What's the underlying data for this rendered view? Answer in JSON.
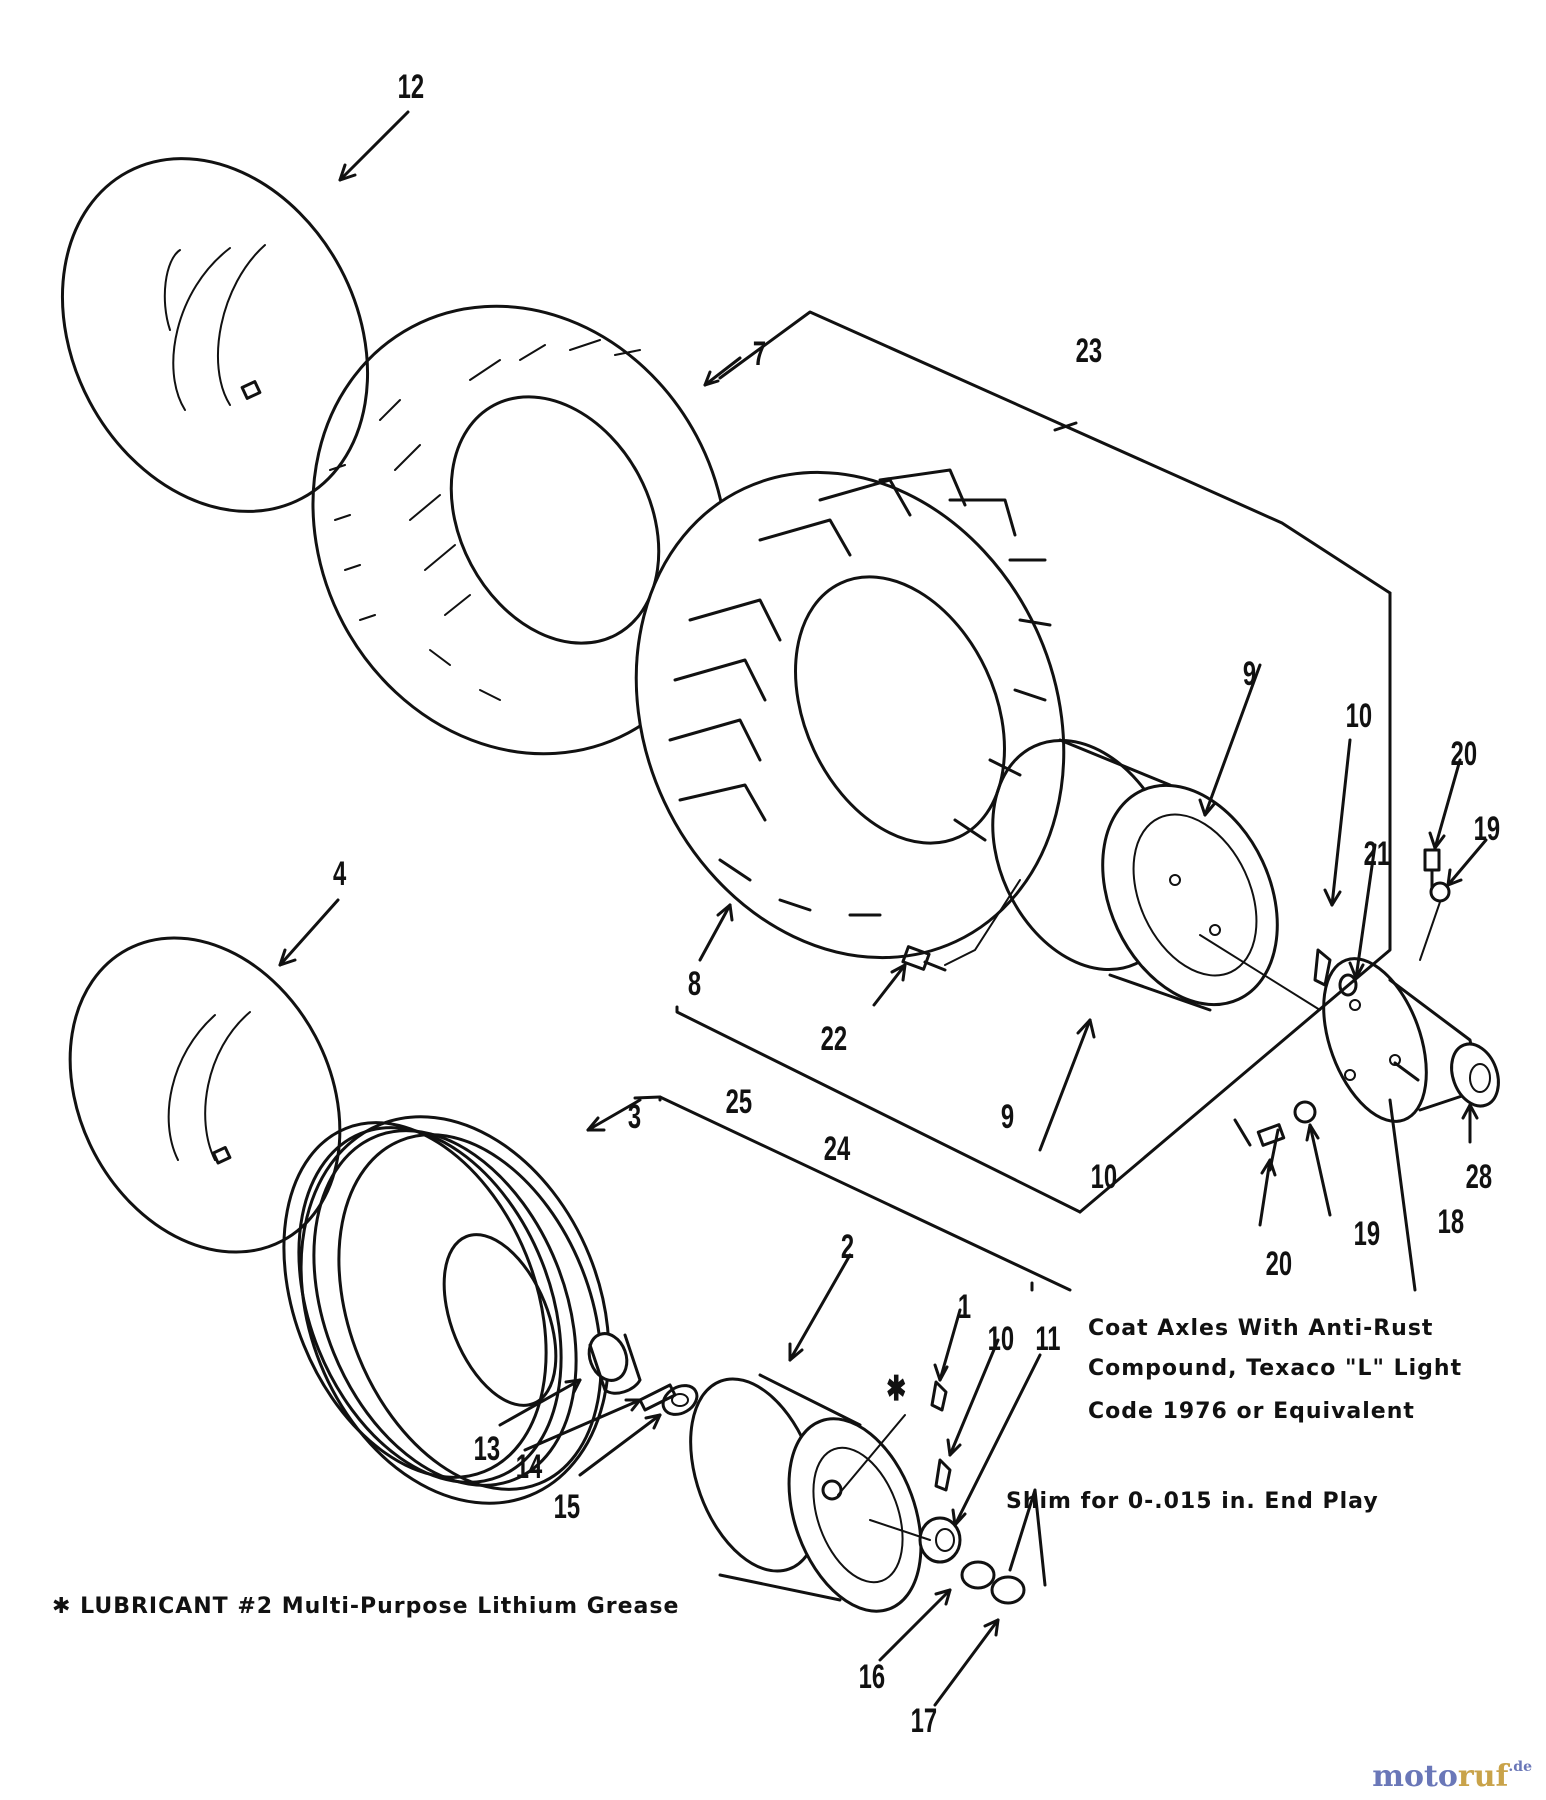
{
  "labels": {
    "l1": "1",
    "l2": "2",
    "l3": "3",
    "l4": "4",
    "l7": "7",
    "l8": "8",
    "l9a": "9",
    "l9b": "9",
    "l10a": "10",
    "l10b": "10",
    "l10c": "10",
    "l11": "11",
    "l12": "12",
    "l13": "13",
    "l14": "14",
    "l15": "15",
    "l16": "16",
    "l17": "17",
    "l18": "18",
    "l19a": "19",
    "l19b": "19",
    "l20a": "20",
    "l20b": "20",
    "l21": "21",
    "l22": "22",
    "l23": "23",
    "l24": "24",
    "l25": "25",
    "l28": "28",
    "star": "✱"
  },
  "notes": {
    "coat_line1": "Coat Axles With Anti-Rust",
    "coat_line2": "Compound, Texaco \"L\" Light",
    "coat_line3": "Code 1976 or Equivalent",
    "shim": "Shim for 0-.015 in. End Play",
    "lubricant": "✱ LUBRICANT #2 Multi-Purpose Lithium Grease"
  },
  "watermark": {
    "part1": "moto",
    "part2": "ruf",
    "part3": ".de"
  }
}
